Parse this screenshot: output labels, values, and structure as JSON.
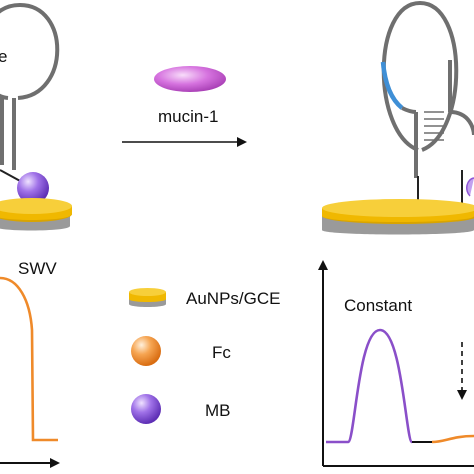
{
  "labels": {
    "aptamer_partial": "e",
    "analyte": "mucin-1",
    "method": "SWV",
    "signal_right": "Constant"
  },
  "legend": [
    {
      "label": "AuNPs/GCE",
      "icon": "gold-electrode-icon"
    },
    {
      "label": "Fc",
      "icon": "ferrocene-sphere-icon"
    },
    {
      "label": "MB",
      "icon": "methylene-blue-sphere-icon"
    }
  ],
  "colors": {
    "gold": "#f4c20d",
    "gold_dark": "#d9a400",
    "electrode_base": "#9a9a9a",
    "hairpin": "#6f6f6f",
    "aptamer_segment": "#3f8fd6",
    "mucin": "#d06ad8",
    "fc_orange": "#f29a3a",
    "mb_purple": "#8e55d6",
    "signal_purple": "#8a4fc9",
    "signal_orange": "#ef8a2a"
  }
}
